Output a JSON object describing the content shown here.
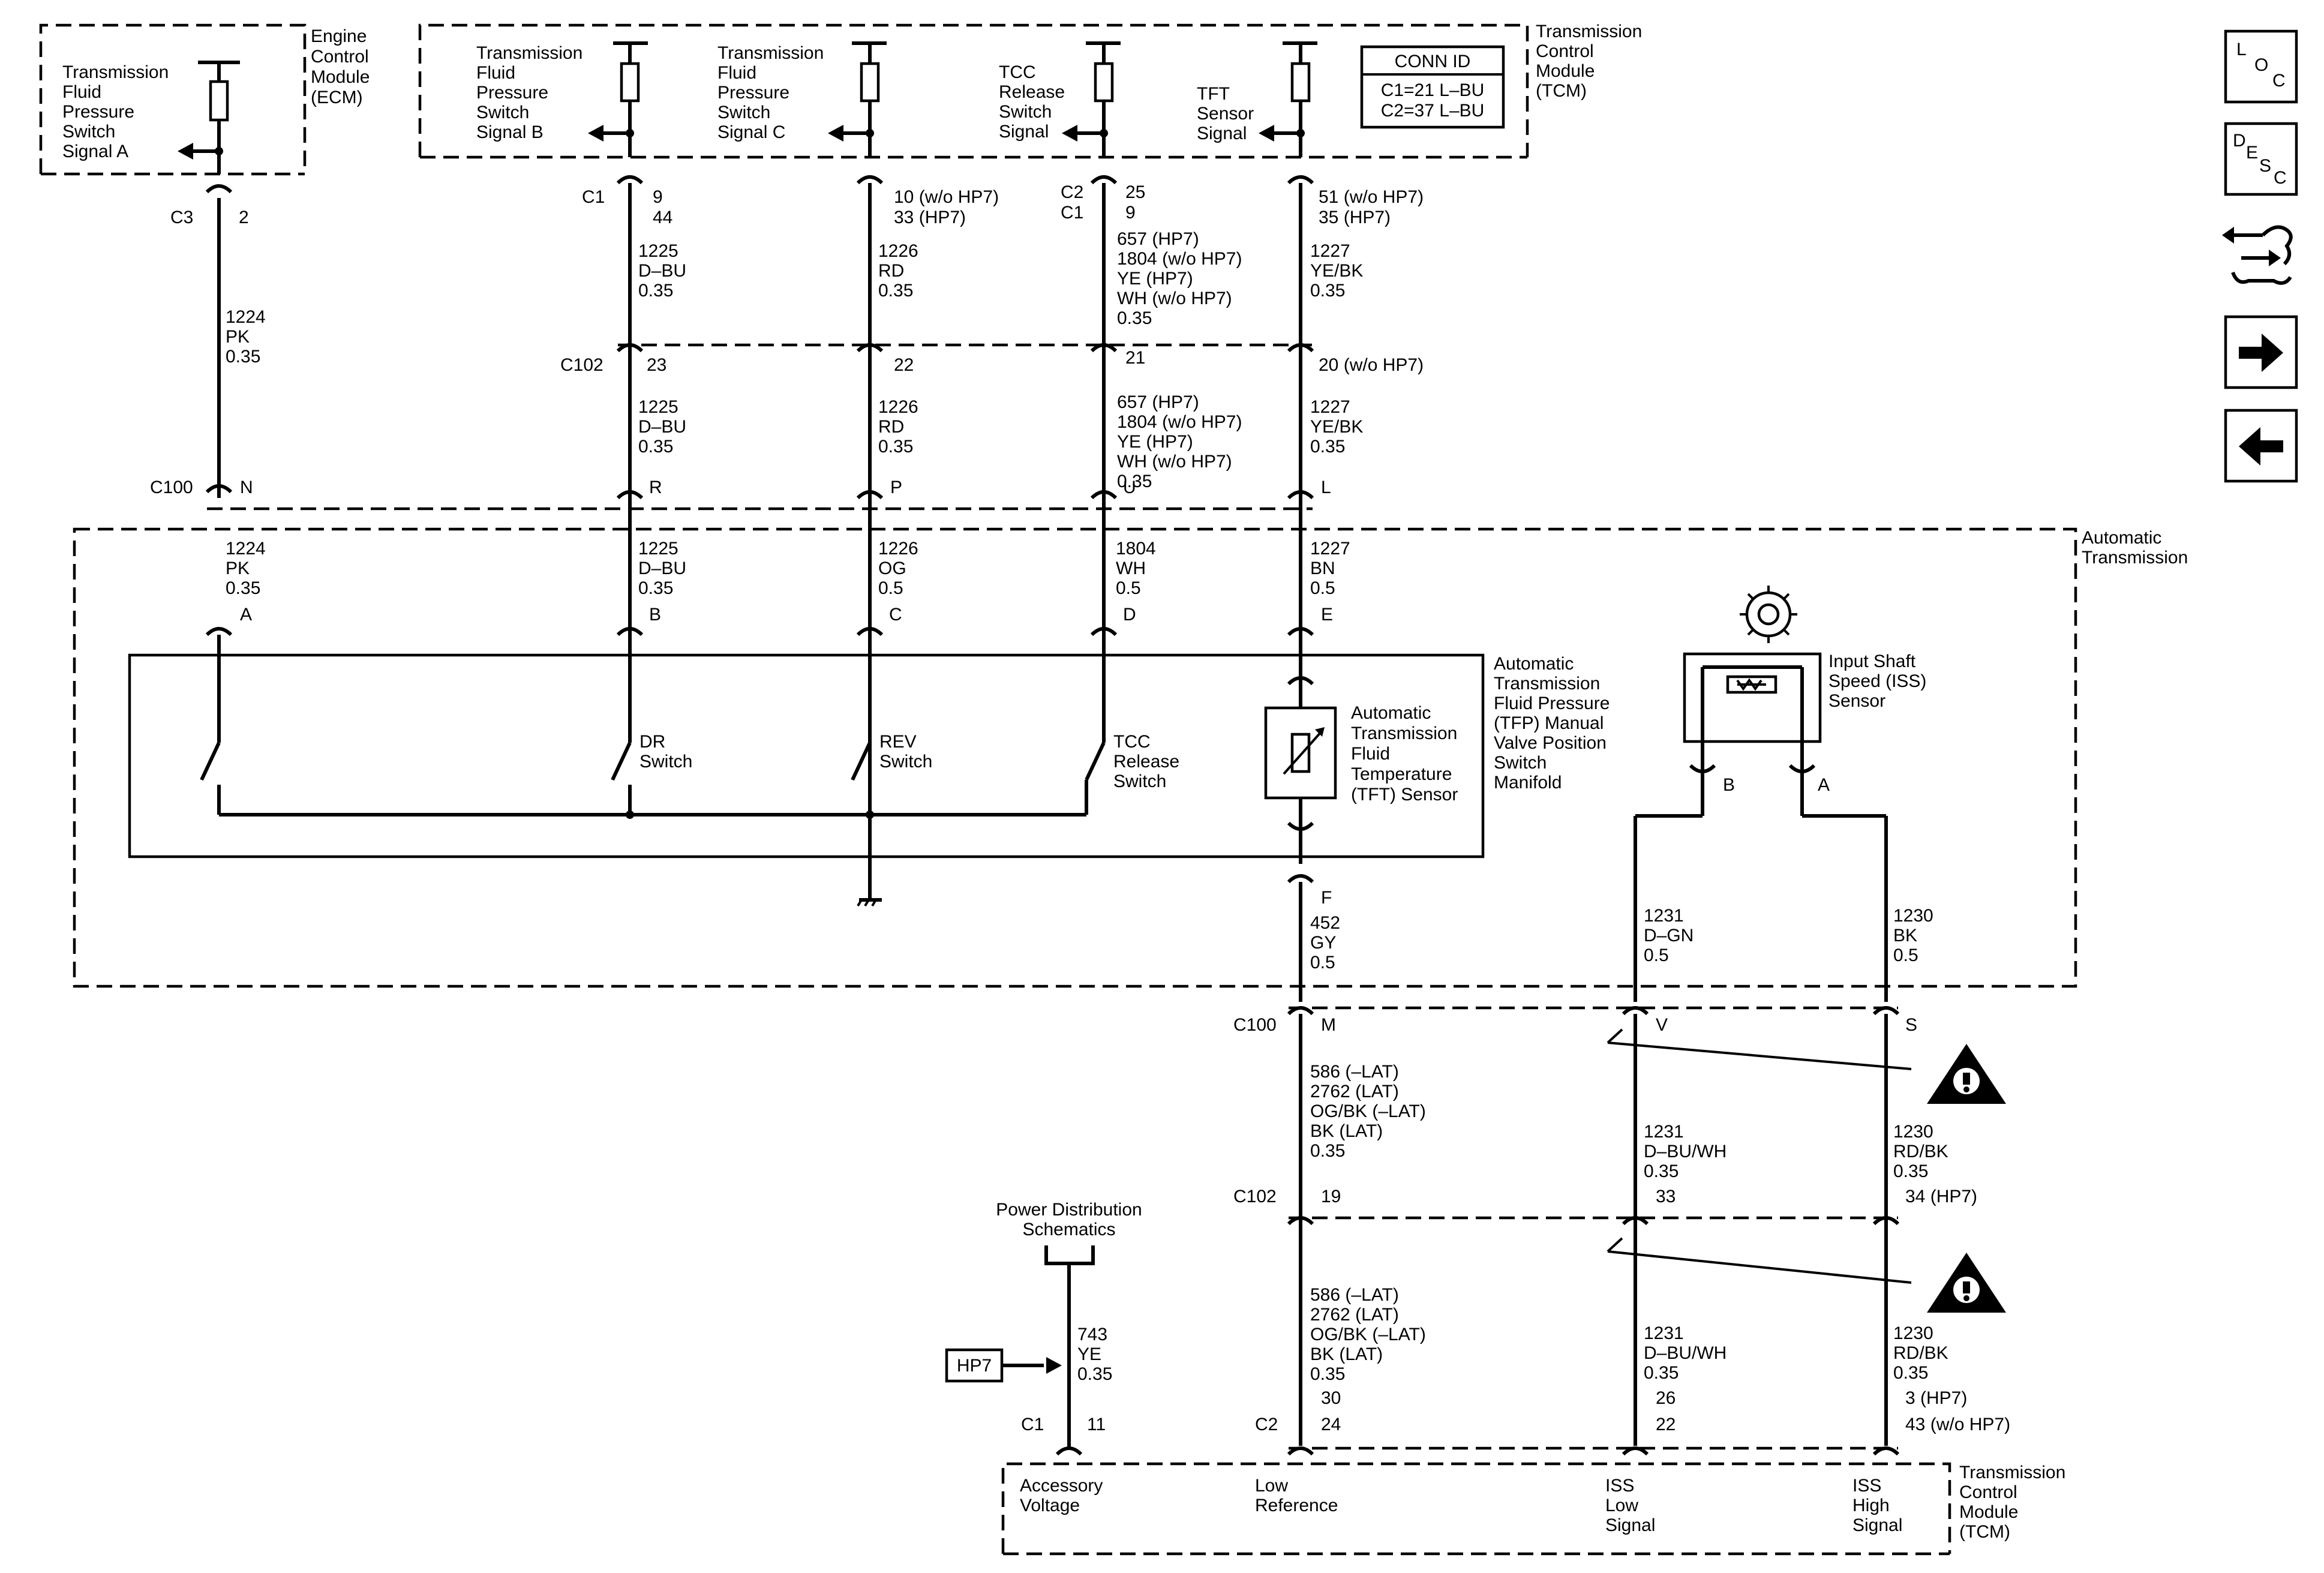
{
  "ecm": {
    "module": [
      "Engine",
      "Control",
      "Module",
      "(ECM)"
    ],
    "sigA": [
      "Transmission",
      "Fluid",
      "Pressure",
      "Switch",
      "Signal A"
    ]
  },
  "tcm_top": {
    "module": [
      "Transmission",
      "Control",
      "Module",
      "(TCM)"
    ],
    "sigB": [
      "Transmission",
      "Fluid",
      "Pressure",
      "Switch",
      "Signal B"
    ],
    "sigC": [
      "Transmission",
      "Fluid",
      "Pressure",
      "Switch",
      "Signal C"
    ],
    "tcc": [
      "TCC",
      "Release",
      "Switch",
      "Signal"
    ],
    "tft": [
      "TFT",
      "Sensor",
      "Signal"
    ],
    "conn_title": "CONN ID",
    "conn_lines": [
      "C1=21 L–BU",
      "C2=37 L–BU"
    ]
  },
  "connectors": {
    "c3": "C3",
    "c3_pin": "2",
    "c1": "C1",
    "c2": "C2",
    "c2c1": "C1",
    "c102": "C102",
    "c100": "C100"
  },
  "pins": {
    "c1_b": [
      "9",
      "44"
    ],
    "c1_c": [
      "10 (w/o HP7)",
      "33 (HP7)"
    ],
    "c2_d": [
      "25",
      "9"
    ],
    "c1_e": [
      "51 (w/o HP7)",
      "35 (HP7)"
    ],
    "c102_b": "23",
    "c102_c": "22",
    "c102_d": "21",
    "c102_e": "20 (w/o HP7)",
    "c100_a": "N",
    "c100_b": "R",
    "c100_c": "P",
    "c100_d": "U",
    "c100_e": "L"
  },
  "wires": {
    "a_top": [
      "1224",
      "PK",
      "0.35"
    ],
    "b_top": [
      "1225",
      "D–BU",
      "0.35"
    ],
    "c_top": [
      "1226",
      "RD",
      "0.35"
    ],
    "d_top": [
      "657 (HP7)",
      "1804 (w/o HP7)",
      "YE (HP7)",
      "WH (w/o HP7)",
      "0.35"
    ],
    "e_top": [
      "1227",
      "YE/BK",
      "0.35"
    ],
    "b_mid": [
      "1225",
      "D–BU",
      "0.35"
    ],
    "c_mid": [
      "1226",
      "RD",
      "0.35"
    ],
    "d_mid": [
      "657 (HP7)",
      "1804 (w/o HP7)",
      "YE (HP7)",
      "WH (w/o HP7)",
      "0.35"
    ],
    "e_mid": [
      "1227",
      "YE/BK",
      "0.35"
    ],
    "a_in": [
      "1224",
      "PK",
      "0.35"
    ],
    "b_in": [
      "1225",
      "D–BU",
      "0.35"
    ],
    "c_in": [
      "1226",
      "OG",
      "0.5"
    ],
    "d_in": [
      "1804",
      "WH",
      "0.5"
    ],
    "e_in": [
      "1227",
      "BN",
      "0.5"
    ],
    "f_in": [
      "452",
      "GY",
      "0.5"
    ],
    "iss_b": [
      "1231",
      "D–GN",
      "0.5"
    ],
    "iss_a": [
      "1230",
      "BK",
      "0.5"
    ],
    "m_low": [
      "586 (–LAT)",
      "2762 (LAT)",
      "OG/BK (–LAT)",
      "BK (LAT)",
      "0.35"
    ],
    "v_low": [
      "1231",
      "D–BU/WH",
      "0.35"
    ],
    "s_low": [
      "1230",
      "RD/BK",
      "0.35"
    ],
    "m_bot": [
      "586 (–LAT)",
      "2762 (LAT)",
      "OG/BK (–LAT)",
      "BK (LAT)",
      "0.35"
    ],
    "v_bot": [
      "1231",
      "D–BU/WH",
      "0.35"
    ],
    "s_bot": [
      "1230",
      "RD/BK",
      "0.35"
    ],
    "acc": [
      "743",
      "YE",
      "0.35"
    ]
  },
  "trans": {
    "label": [
      "Automatic",
      "Transmission"
    ],
    "pins": [
      "A",
      "B",
      "C",
      "D",
      "E"
    ],
    "f_pin": "F",
    "manifold": [
      "Automatic",
      "Transmission",
      "Fluid Pressure",
      "(TFP) Manual",
      "Valve Position",
      "Switch",
      "Manifold"
    ],
    "dr": [
      "DR",
      "Switch"
    ],
    "rev": [
      "REV",
      "Switch"
    ],
    "tcc": [
      "TCC",
      "Release",
      "Switch"
    ],
    "tft": [
      "Automatic",
      "Transmission",
      "Fluid",
      "Temperature",
      "(TFT) Sensor"
    ],
    "iss": [
      "Input Shaft",
      "Speed (ISS)",
      "Sensor"
    ],
    "iss_pins": [
      "B",
      "A"
    ]
  },
  "lower": {
    "c100_pins": [
      "M",
      "V",
      "S"
    ],
    "c102_pins": [
      "19",
      "33",
      "34 (HP7)"
    ],
    "c2_pins": [
      "30",
      "26",
      "3 (HP7)"
    ],
    "c2_pins2": [
      "24",
      "22",
      "43 (w/o HP7)"
    ],
    "c1_pin": "11",
    "pds": [
      "Power Distribution",
      "Schematics"
    ],
    "hp7": "HP7"
  },
  "tcm_bot": {
    "module": [
      "Transmission",
      "Control",
      "Module",
      "(TCM)"
    ],
    "acc": [
      "Accessory",
      "Voltage"
    ],
    "low": [
      "Low",
      "Reference"
    ],
    "issl": [
      "ISS",
      "Low",
      "Signal"
    ],
    "issh": [
      "ISS",
      "High",
      "Signal"
    ]
  },
  "nav": {
    "loc": [
      "L",
      "O",
      "C"
    ],
    "desc": [
      "D",
      "E",
      "S",
      "C"
    ]
  }
}
